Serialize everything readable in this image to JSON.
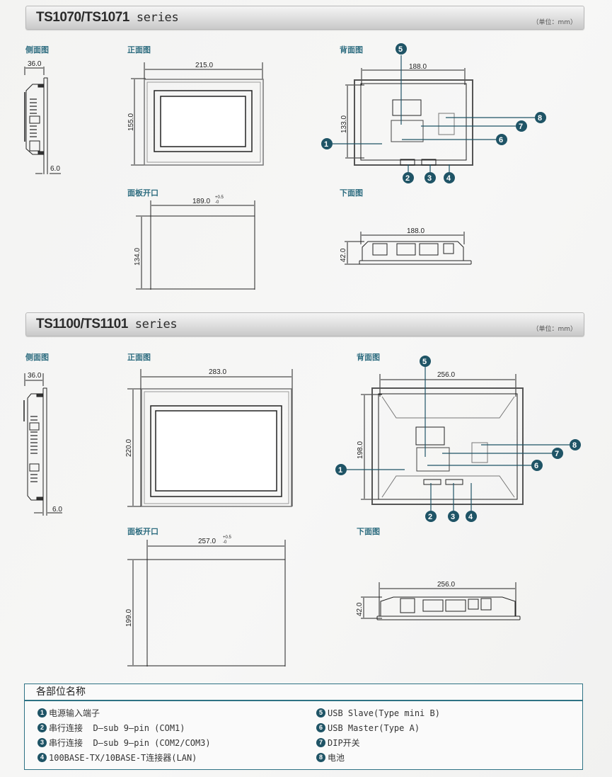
{
  "unit_note": "（单位：mm）",
  "view_labels": {
    "side": "侧面图",
    "front": "正面图",
    "back": "背面图",
    "cutout": "面板开口",
    "bottom": "下面图"
  },
  "series": [
    {
      "model": "TS1070/TS1071",
      "suffix": "series",
      "side": {
        "depth": "36.0",
        "bezel": "6.0"
      },
      "front": {
        "width": "215.0",
        "height": "155.0"
      },
      "back": {
        "width": "188.0",
        "height": "133.0"
      },
      "cutout": {
        "width": "189.0",
        "height": "134.0",
        "tol_plus": "+0.5",
        "tol_minus": "-0"
      },
      "bottom": {
        "width": "188.0",
        "height": "42.0"
      }
    },
    {
      "model": "TS1100/TS1101",
      "suffix": "series",
      "side": {
        "depth": "36.0",
        "bezel": "6.0"
      },
      "front": {
        "width": "283.0",
        "height": "220.0"
      },
      "back": {
        "width": "256.0",
        "height": "198.0"
      },
      "cutout": {
        "width": "257.0",
        "height": "199.0",
        "tol_plus": "+0.5",
        "tol_minus": "-0"
      },
      "bottom": {
        "width": "256.0",
        "height": "42.0"
      }
    }
  ],
  "callout_numbers": [
    "1",
    "2",
    "3",
    "4",
    "5",
    "6",
    "7",
    "8"
  ],
  "legend": {
    "title": "各部位名称",
    "items": [
      {
        "num": "1",
        "text": "电源输入端子"
      },
      {
        "num": "2",
        "text": "串行连接  D—sub 9—pin (COM1)"
      },
      {
        "num": "3",
        "text": "串行连接  D—sub 9—pin (COM2/COM3)"
      },
      {
        "num": "4",
        "text": "100BASE-TX/10BASE-T连接器(LAN)"
      },
      {
        "num": "5",
        "text": "USB Slave(Type mini B)"
      },
      {
        "num": "6",
        "text": "USB Master(Type A)"
      },
      {
        "num": "7",
        "text": "DIP开关"
      },
      {
        "num": "8",
        "text": "电池"
      }
    ]
  },
  "colors": {
    "accent": "#2e7284",
    "callout": "#1f5466"
  }
}
